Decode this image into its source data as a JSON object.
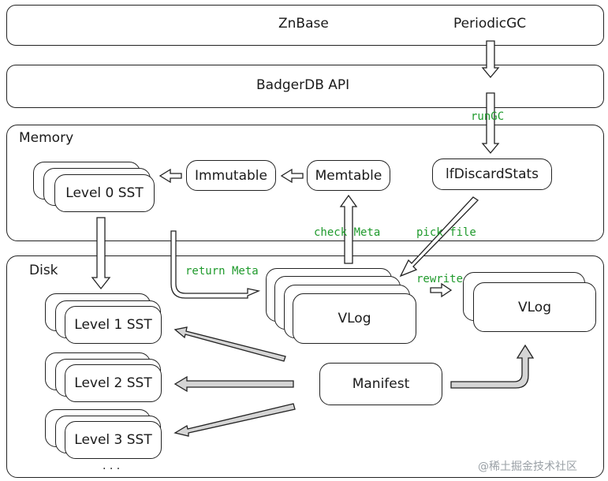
{
  "top_bar": {
    "left_label": "ZnBase",
    "right_label": "PeriodicGC"
  },
  "api_bar": {
    "label": "BadgerDB API"
  },
  "memory": {
    "title": "Memory",
    "level0": "Level 0 SST",
    "immutable": "Immutable",
    "memtable": "Memtable",
    "discard_stats": "lfDiscardStats"
  },
  "disk": {
    "title": "Disk",
    "levels": [
      "Level 1 SST",
      "Level 2 SST",
      "Level 3 SST"
    ],
    "ellipsis": ". . .",
    "vlog_main": "VLog",
    "vlog_new": "VLog",
    "manifest": "Manifest"
  },
  "labels": {
    "run_gc": "runGC",
    "check_meta": "check Meta",
    "pick_file": "pick file",
    "return_meta": "return Meta",
    "rewrite": "rewrite"
  },
  "watermark": "@稀土掘金技术社区"
}
